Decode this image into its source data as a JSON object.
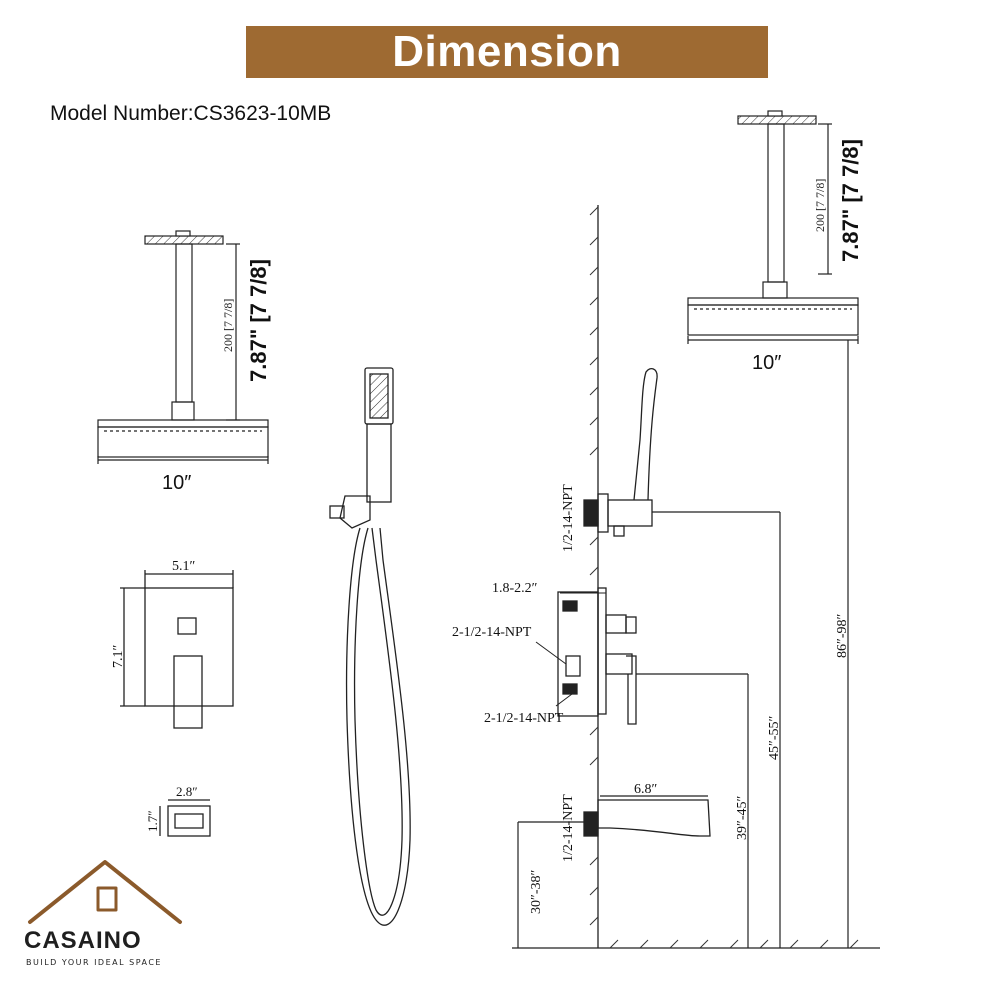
{
  "banner": {
    "title": "Dimension",
    "color": "#9e6a32"
  },
  "model_number": "Model Number:CS3623-10MB",
  "left_shower": {
    "arm_height_mm": "200 [7 7/8]",
    "arm_height_in": "7.87\" [7 7/8]",
    "head_width": "10″"
  },
  "right_shower": {
    "arm_height_mm": "200 [7 7/8]",
    "arm_height_in": "7.87\" [7 7/8]",
    "head_width": "10″"
  },
  "valve_plate": {
    "width": "5.1″",
    "height": "7.1″"
  },
  "holder": {
    "width": "2.8″",
    "height": "1.7″"
  },
  "side_view": {
    "upper_npt": "1/2-14-NPT",
    "depth_range": "1.8-2.2″",
    "valve_npt_top": "2-1/2-14-NPT",
    "valve_npt_bottom": "2-1/2-14-NPT",
    "spout_npt": "1/2-14-NPT",
    "spout_length": "6.8″",
    "total_height": "86″-98″",
    "holder_height": "45″-55″",
    "valve_height": "39″-45″",
    "spout_height": "30″-38″"
  },
  "logo": {
    "name": "CASAINO",
    "tagline": "BUILD YOUR IDEAL SPACE",
    "accent": "#8b5a2b"
  }
}
